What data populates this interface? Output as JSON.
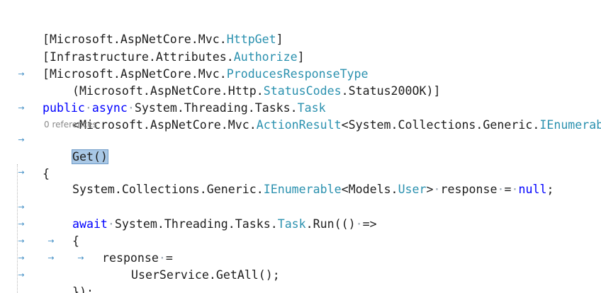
{
  "code": {
    "line1": {
      "p1": "[Microsoft.AspNetCore.Mvc.",
      "t1": "HttpGet",
      "p2": "]"
    },
    "line2": {
      "p1": "[Infrastructure.Attributes.",
      "t1": "Authorize",
      "p2": "]"
    },
    "line3": {
      "p1": "[Microsoft.AspNetCore.Mvc.",
      "t1": "ProducesResponseType"
    },
    "line4": {
      "p1": "(Microsoft.AspNetCore.Http.",
      "t1": "StatusCodes",
      "p2": ".Status200OK)]"
    },
    "line5": {
      "k1": "public",
      "k2": "async",
      "p1": "System.Threading.Tasks.",
      "t1": "Task"
    },
    "line6": {
      "p1": "<Microsoft.AspNetCore.Mvc.",
      "t1": "ActionResult",
      "p2": "<System.Collections.Generic.",
      "t2": "IEnumerabl"
    },
    "codelens": "0 references",
    "line7": {
      "sel": "Get()"
    },
    "line8": {
      "p1": "{"
    },
    "line9": {
      "p1": "System.Collections.Generic.",
      "t1": "IEnumerable",
      "p2": "<Models.",
      "t2": "User",
      "p3": ">",
      "p4": "response",
      "p5": "=",
      "k1": "null",
      "p6": ";"
    },
    "line11": {
      "k1": "await",
      "p1": "System.Threading.Tasks.",
      "t1": "Task",
      "p2": ".Run(()",
      "p3": "=>"
    },
    "line12": {
      "p1": "{"
    },
    "line13": {
      "p1": "response",
      "p2": "="
    },
    "line14": {
      "p1": "UserService.GetAll();"
    },
    "line15": {
      "p1": "});"
    }
  },
  "colors": {
    "keyword": "#0000ff",
    "type": "#2b91af",
    "text": "#1e1e1e",
    "selection": "#a9c8e6",
    "tab_arrow": "#3c8bc4",
    "codelens": "#8a8a8a"
  },
  "icons": {
    "tab_marker": "tab-arrow-icon",
    "space_marker": "whitespace-dot"
  }
}
